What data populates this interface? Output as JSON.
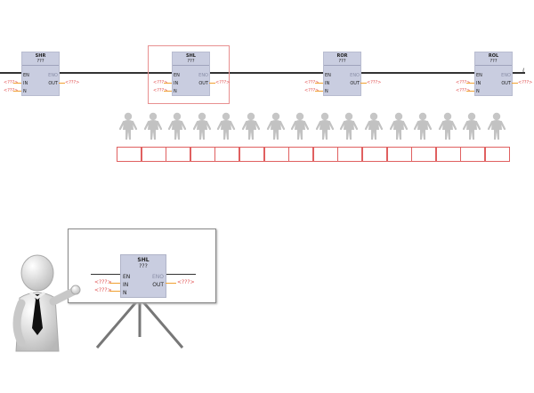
{
  "rail": {
    "end_symbol": "("
  },
  "blocks": [
    {
      "title": "SHR",
      "subtitle": "???",
      "en": "EN",
      "in": "IN",
      "n": "N",
      "eno": "ENO",
      "out": "OUT",
      "param_in": "<???>",
      "param_n": "<???>",
      "param_out": "<???>"
    },
    {
      "title": "SHL",
      "subtitle": "???",
      "en": "EN",
      "in": "IN",
      "n": "N",
      "eno": "ENO",
      "out": "OUT",
      "param_in": "<???>",
      "param_n": "<???>",
      "param_out": "<???>"
    },
    {
      "title": "ROR",
      "subtitle": "???",
      "en": "EN",
      "in": "IN",
      "n": "N",
      "eno": "ENO",
      "out": "OUT",
      "param_in": "<???>",
      "param_n": "<???>",
      "param_out": "<???>"
    },
    {
      "title": "ROL",
      "subtitle": "???",
      "en": "EN",
      "in": "IN",
      "n": "N",
      "eno": "ENO",
      "out": "OUT",
      "param_in": "<???>",
      "param_n": "<???>",
      "param_out": "<???>"
    }
  ],
  "bit_row": {
    "figure_count": 16,
    "cell_count": 16
  },
  "presentation": {
    "title": "SHL",
    "subtitle": "???",
    "en": "EN",
    "eno": "ENO",
    "in": "IN",
    "n": "N",
    "out": "OUT",
    "param_in": "<???>",
    "param_n": "<???>",
    "param_out": "<???>"
  },
  "colors": {
    "block": "#c9cde0",
    "wire": "#f0a030",
    "param": "#e05050",
    "cell_border": "#e06060",
    "highlight": "#e89090"
  }
}
